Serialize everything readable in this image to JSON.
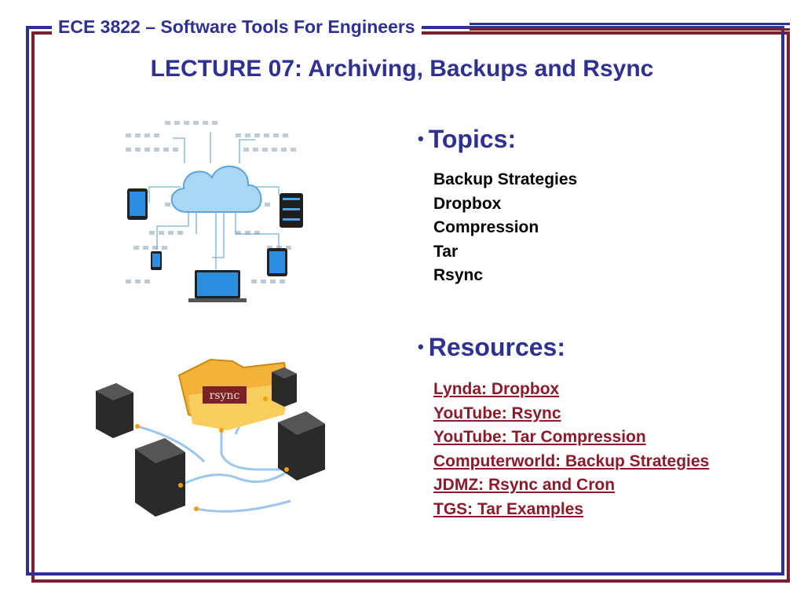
{
  "header": {
    "course_title": "ECE 3822 – Software Tools For Engineers",
    "lecture_title": "LECTURE 07: Archiving, Backups and Rsync"
  },
  "topics": {
    "heading": "Topics:",
    "items": [
      "Backup Strategies",
      "Dropbox",
      "Compression",
      "Tar",
      "Rsync"
    ]
  },
  "resources": {
    "heading": "Resources:",
    "links": [
      "Lynda: Dropbox",
      "YouTube: Rsync",
      "YouTube: Tar Compression",
      "Computerworld: Backup Strategies",
      "JDMZ: Rsync and Cron",
      "TGS: Tar Examples"
    ]
  },
  "illustrations": {
    "cloud": {
      "icon": "cloud-network-illustration"
    },
    "rsync": {
      "icon": "rsync-servers-illustration",
      "folder_label": "rsync"
    }
  },
  "colors": {
    "primary_blue": "#2e3192",
    "accent_red": "#7a1f2e",
    "link": "#8b1a2a"
  }
}
